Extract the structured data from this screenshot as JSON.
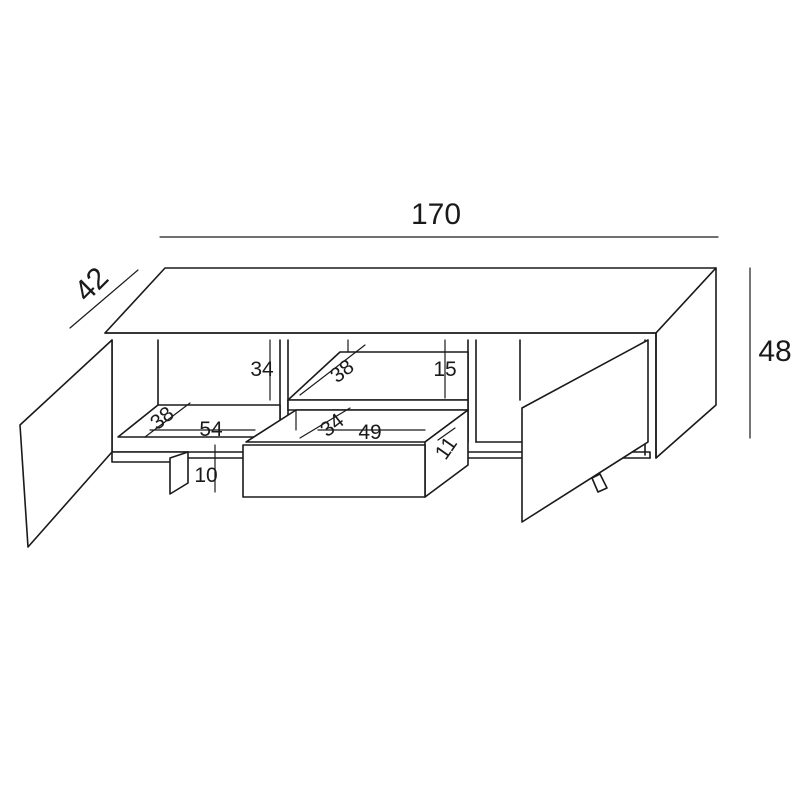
{
  "diagram": {
    "overall_dimensions": {
      "width": "170",
      "depth": "42",
      "height": "48"
    },
    "interior_dimensions": {
      "left_compartment_height": "34",
      "left_compartment_depth": "38",
      "left_shelf_width": "54",
      "left_drawer_height": "10",
      "center_upper_depth": "38",
      "center_upper_height": "15",
      "drawer_depth": "34",
      "drawer_width": "49",
      "drawer_height": "11"
    },
    "colors": {
      "line": "#1a1a1a",
      "background": "#ffffff"
    }
  }
}
